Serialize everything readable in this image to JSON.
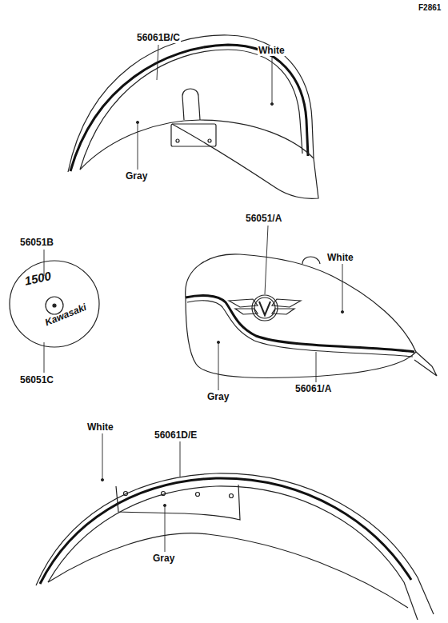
{
  "diagram": {
    "labels": [
      "F2861",
      "56061B/C",
      "White",
      "Gray",
      "56051B",
      "1500",
      "Kawasaki",
      "56051C",
      "56051/A",
      "White",
      "Gray",
      "56061/A",
      "56061D/E",
      "White",
      "Gray"
    ]
  }
}
